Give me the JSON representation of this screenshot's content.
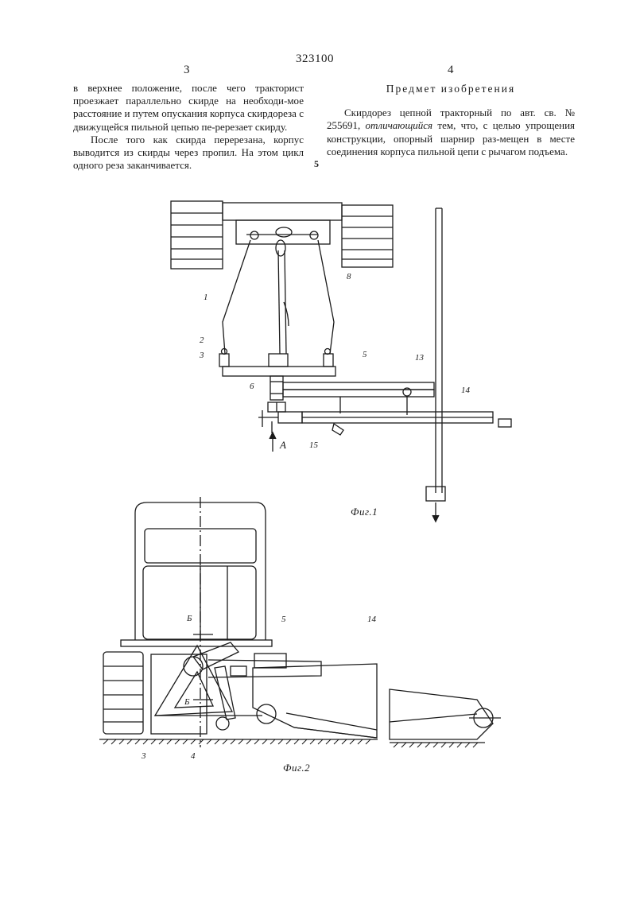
{
  "header": {
    "patent_number": "323100",
    "left_column_number": "3",
    "right_column_number": "4"
  },
  "left_column": {
    "para1": "в верхнее положение, после чего тракторист проезжает параллельно скирде на необходи-мое расстояние и путем опускания корпуса скирдореза с движущейся пильной цепью пе-ререзает скирду.",
    "para2": "После того как скирда перерезана, корпус выводится из скирды через пропил. На этом цикл одного реза заканчивается."
  },
  "right_column": {
    "title": "Предмет изобретения",
    "claim_before": "Скирдорез цепной тракторный по авт. св. № 255691, ",
    "claim_emph": "отличающийся",
    "claim_after": " тем, что, с целью упрощения конструкции, опорный шарнир раз-мещен в месте соединения корпуса пильной цепи с рычагом подъема."
  },
  "line_marker": "5",
  "figure1": {
    "caption": "Фиг.1",
    "labels": {
      "l1": "1",
      "l2": "2",
      "l3": "3",
      "l5": "5",
      "l6": "6",
      "l8": "8",
      "l13": "13",
      "l14": "14",
      "l15": "15",
      "lA": "А"
    }
  },
  "figure2": {
    "caption": "Фиг.2",
    "labels": {
      "l3": "3",
      "l4": "4",
      "l5": "5",
      "l14": "14",
      "lB1": "Б",
      "lB2": "Б"
    }
  }
}
